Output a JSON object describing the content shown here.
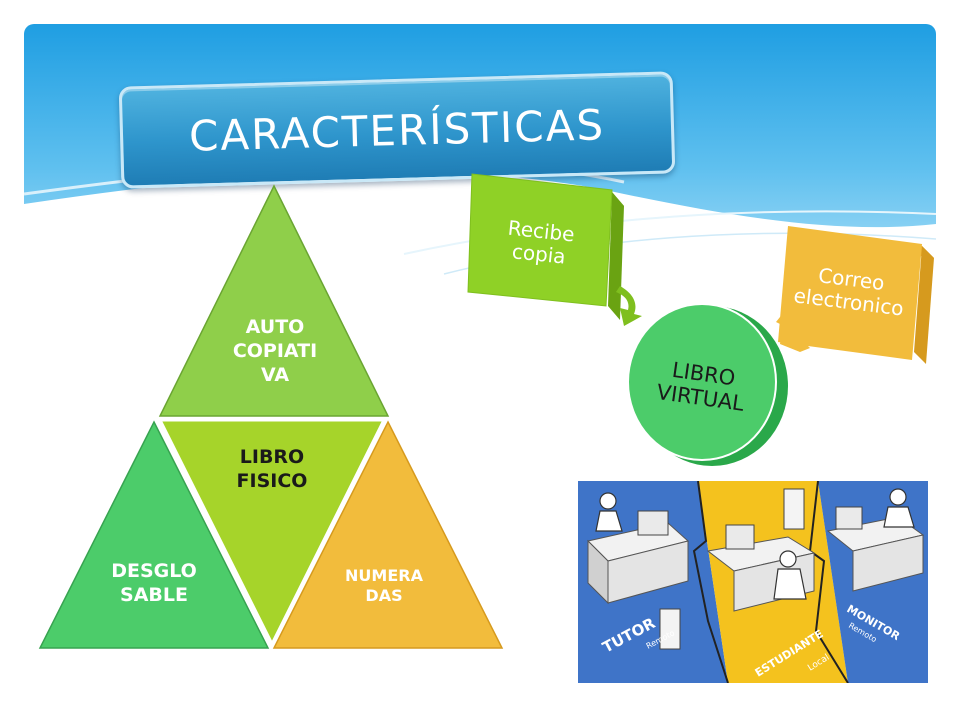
{
  "title": "CARACTERÍSTICAS",
  "pyramid": {
    "top": [
      "AUTO",
      "COPIATI",
      "VA"
    ],
    "center": [
      "LIBRO",
      "FISICO"
    ],
    "left": [
      "DESGLO",
      "SABLE"
    ],
    "right": [
      "NUMERA",
      "DAS"
    ]
  },
  "flow": {
    "recibe": [
      "Recibe",
      "copia"
    ],
    "correo": [
      "Correo",
      "electronico"
    ],
    "libro_virtual": [
      "LIBRO",
      "VIRTUAL"
    ]
  },
  "illustration": {
    "tutor": "TUTOR",
    "tutor_sub": "Remoto",
    "estudiante": "ESTUDIANTE",
    "estudiante_sub": "Local",
    "monitor": "MONITOR",
    "monitor_sub": "Remoto"
  },
  "colors": {
    "green_light": "#8fcf4a",
    "green_lime": "#a6d42a",
    "green_mint": "#4ccc6a",
    "orange": "#f2bc3c",
    "blue": "#2e95cc"
  }
}
